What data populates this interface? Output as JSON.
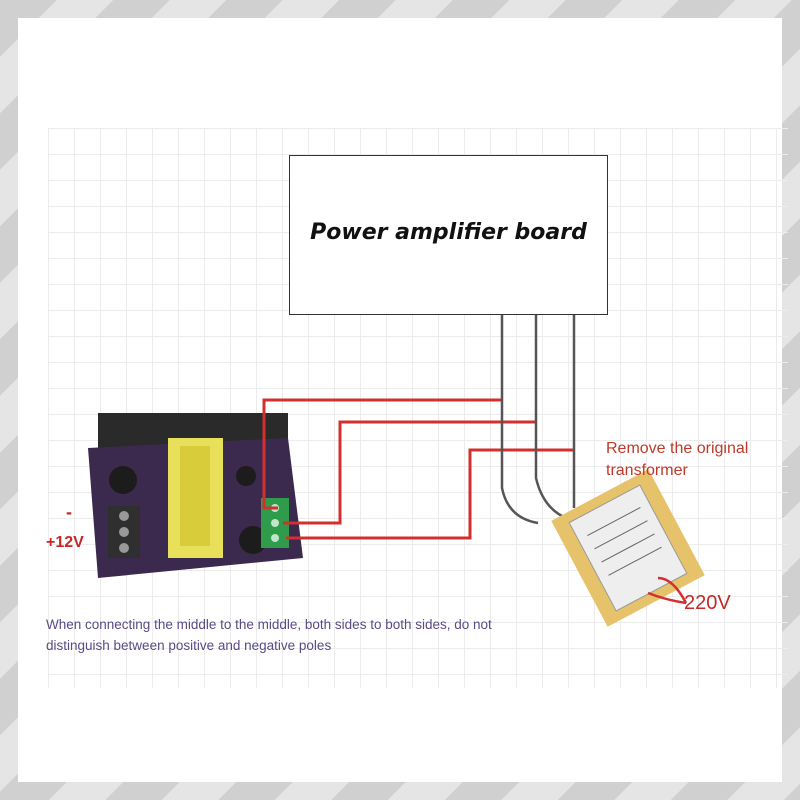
{
  "title": "Power amplifier board",
  "remove_line1": "Remove the original",
  "remove_line2": "transformer",
  "minus": "-",
  "plus12": "+12V",
  "v220": "220V",
  "note_line1": "When connecting the middle to the middle, both sides to both sides, do not",
  "note_line2": "distinguish between positive and negative poles",
  "colors": {
    "wire_red": "#d32f2f",
    "board_purple": "#3b2a4d",
    "terminal_green": "#2e9c4a",
    "transformer_yellow": "#e8e05a"
  }
}
